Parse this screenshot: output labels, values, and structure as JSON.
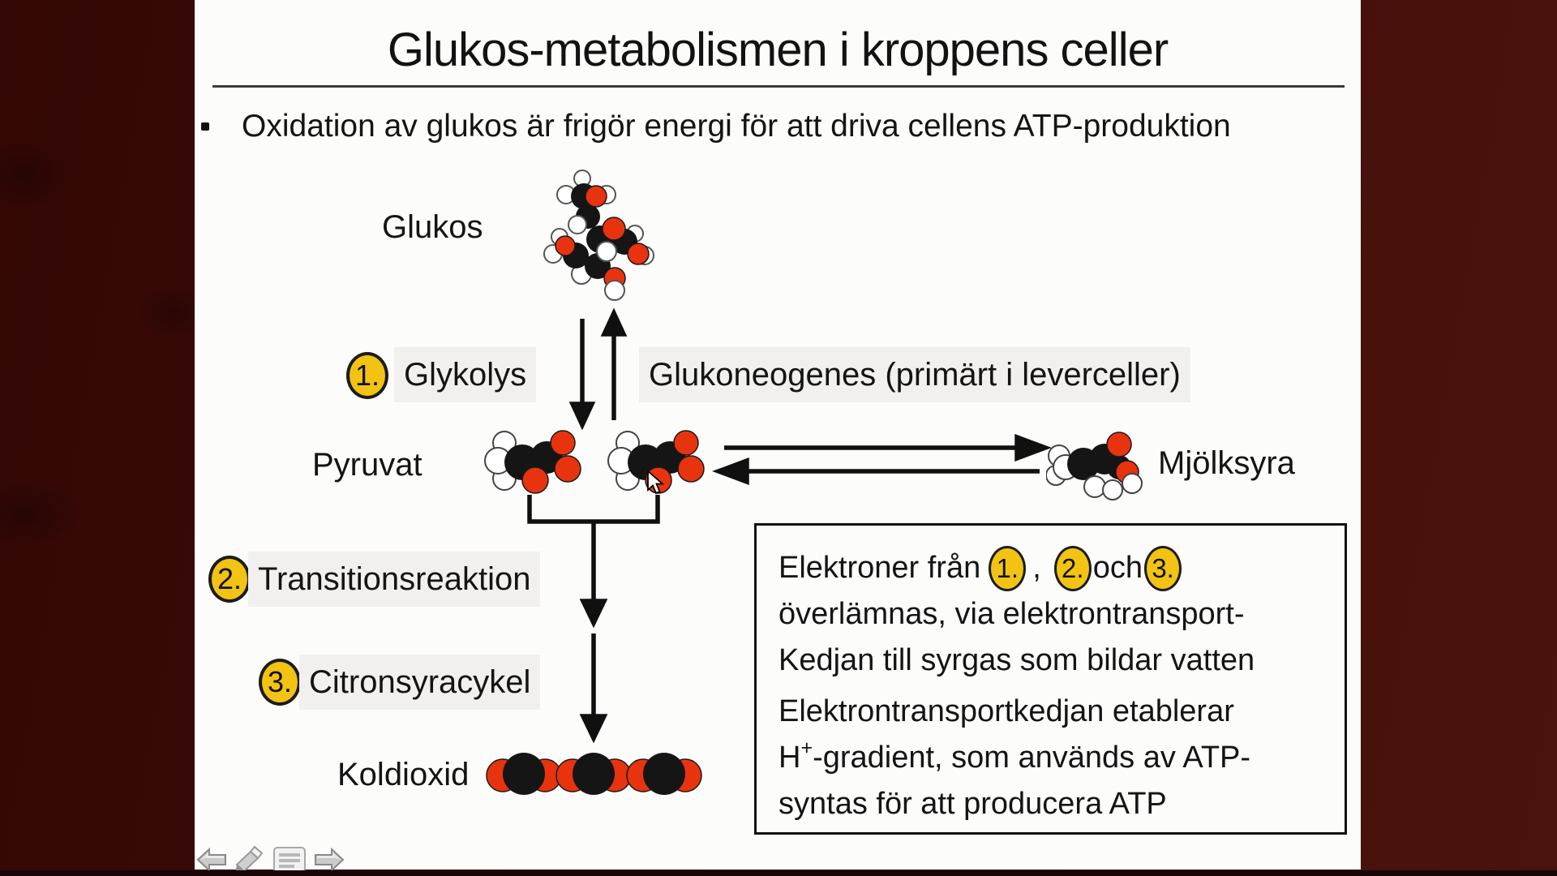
{
  "slide": {
    "title": "Glukos-metabolismen i kroppens celler",
    "bullet": "Oxidation av glukos är frigör energi för att driva cellens ATP-produktion",
    "steps": [
      "1.",
      "2.",
      "3."
    ],
    "labels": {
      "glucose": "Glukos",
      "glycolysis": "Glykolys",
      "gluconeogenesis": "Glukoneogenes (primärt i leverceller)",
      "pyruvate": "Pyruvat",
      "lactic_acid": "Mjölksyra",
      "transition": "Transitionsreaktion",
      "citric_acid_cycle": "Citronsyracykel",
      "carbon_dioxide": "Koldioxid"
    },
    "infobox": {
      "p1_prefix": "Elektroner från",
      "p1_comma": ",",
      "p1_and": "och",
      "p1_line2": "överlämnas, via elektrontransport-",
      "p1_line3": "Kedjan till syrgas som bildar vatten",
      "p2_line1": "Elektrontransportkedjan etablerar",
      "p2_h": "H",
      "p2_sup": "+",
      "p2_rest": "-gradient, som används av ATP-",
      "p2_line3": "syntas för att producera ATP"
    },
    "molecule_counts": {
      "pyruvate": 2,
      "carbon_dioxide": 3
    },
    "colors": {
      "background_maroon": "#3F0C09",
      "slide_white": "#FCFCFA",
      "atom_red": "#E8330F",
      "atom_black": "#151515",
      "badge_yellow": "#F2C313",
      "label_highlight": "#F1F0EE"
    }
  },
  "player": {
    "icons": {
      "previous": "left-arrow-icon",
      "pen": "pen-icon",
      "slide_menu": "document-lines-icon",
      "next": "right-arrow-icon"
    }
  }
}
